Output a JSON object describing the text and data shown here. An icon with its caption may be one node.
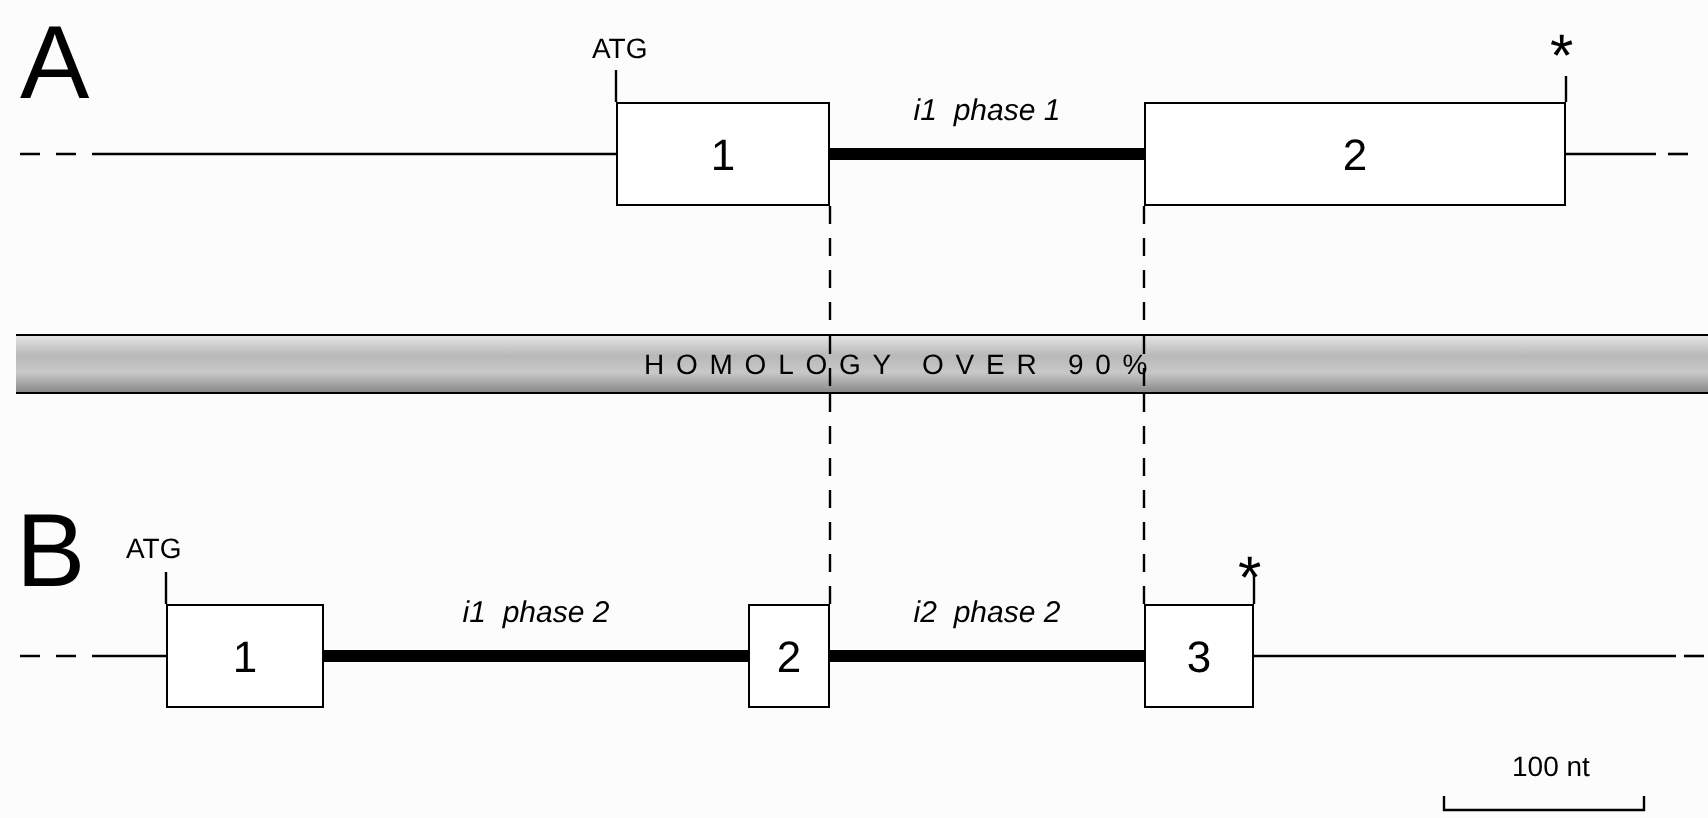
{
  "diagram": {
    "nodes": [
      {
        "text": [
          "1"
        ],
        "beside": [
          "ATG"
        ]
      },
      {
        "text": [
          "2"
        ],
        "beside": [
          "*"
        ]
      },
      {
        "text": [
          "HOMOLOGY OVER 90%"
        ]
      },
      {
        "text": [
          "1"
        ],
        "beside": [
          "ATG"
        ]
      },
      {
        "text": [
          "2"
        ]
      },
      {
        "text": [
          "3"
        ],
        "beside": [
          "*"
        ]
      }
    ],
    "edges": [
      {
        "from": null,
        "to": 0,
        "arrow": "none"
      },
      {
        "from": 0,
        "to": 1,
        "arrow": "none",
        "label": "i1  phase 1",
        "style": "thick"
      },
      {
        "from": 1,
        "to": null,
        "arrow": "none"
      },
      {
        "from": 0,
        "to": 2,
        "arrow": "none",
        "style": "dashed"
      },
      {
        "from": 2,
        "to": 4,
        "arrow": "none",
        "style": "dashed"
      },
      {
        "from": 1,
        "to": 2,
        "arrow": "none",
        "style": "dashed"
      },
      {
        "from": 2,
        "to": 5,
        "arrow": "none",
        "style": "dashed"
      },
      {
        "from": null,
        "to": 3,
        "arrow": "none"
      },
      {
        "from": 3,
        "to": 4,
        "arrow": "none",
        "label": "i1  phase 2",
        "style": "thick"
      },
      {
        "from": 4,
        "to": 5,
        "arrow": "none",
        "label": "i2  phase 2",
        "style": "thick"
      },
      {
        "from": 5,
        "to": null,
        "arrow": "none"
      }
    ],
    "labels": [
      "A",
      "B",
      "100 nt"
    ]
  }
}
